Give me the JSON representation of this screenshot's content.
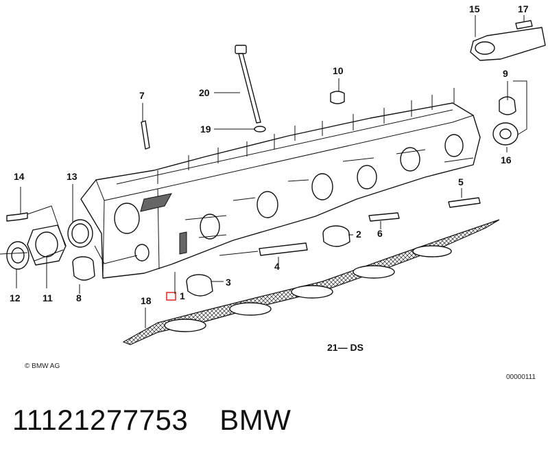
{
  "diagram": {
    "callouts": [
      {
        "id": "c1",
        "text": "1"
      },
      {
        "id": "c2",
        "text": "2"
      },
      {
        "id": "c3",
        "text": "3"
      },
      {
        "id": "c4",
        "text": "4"
      },
      {
        "id": "c5",
        "text": "5"
      },
      {
        "id": "c6",
        "text": "6"
      },
      {
        "id": "c7",
        "text": "7"
      },
      {
        "id": "c8",
        "text": "8"
      },
      {
        "id": "c9",
        "text": "9"
      },
      {
        "id": "c10",
        "text": "10"
      },
      {
        "id": "c11",
        "text": "11"
      },
      {
        "id": "c12",
        "text": "12"
      },
      {
        "id": "c13",
        "text": "13"
      },
      {
        "id": "c14",
        "text": "14"
      },
      {
        "id": "c15",
        "text": "15"
      },
      {
        "id": "c16",
        "text": "16"
      },
      {
        "id": "c17",
        "text": "17"
      },
      {
        "id": "c18",
        "text": "18"
      },
      {
        "id": "c19",
        "text": "19"
      },
      {
        "id": "c20",
        "text": "20"
      },
      {
        "id": "c21",
        "text": "21— DS"
      }
    ],
    "copyright": "© BMW AG",
    "drawing_number": "00000111",
    "highlight_color": "#e0302a"
  },
  "footer": {
    "part_number": "11121277753",
    "brand": "BMW"
  }
}
